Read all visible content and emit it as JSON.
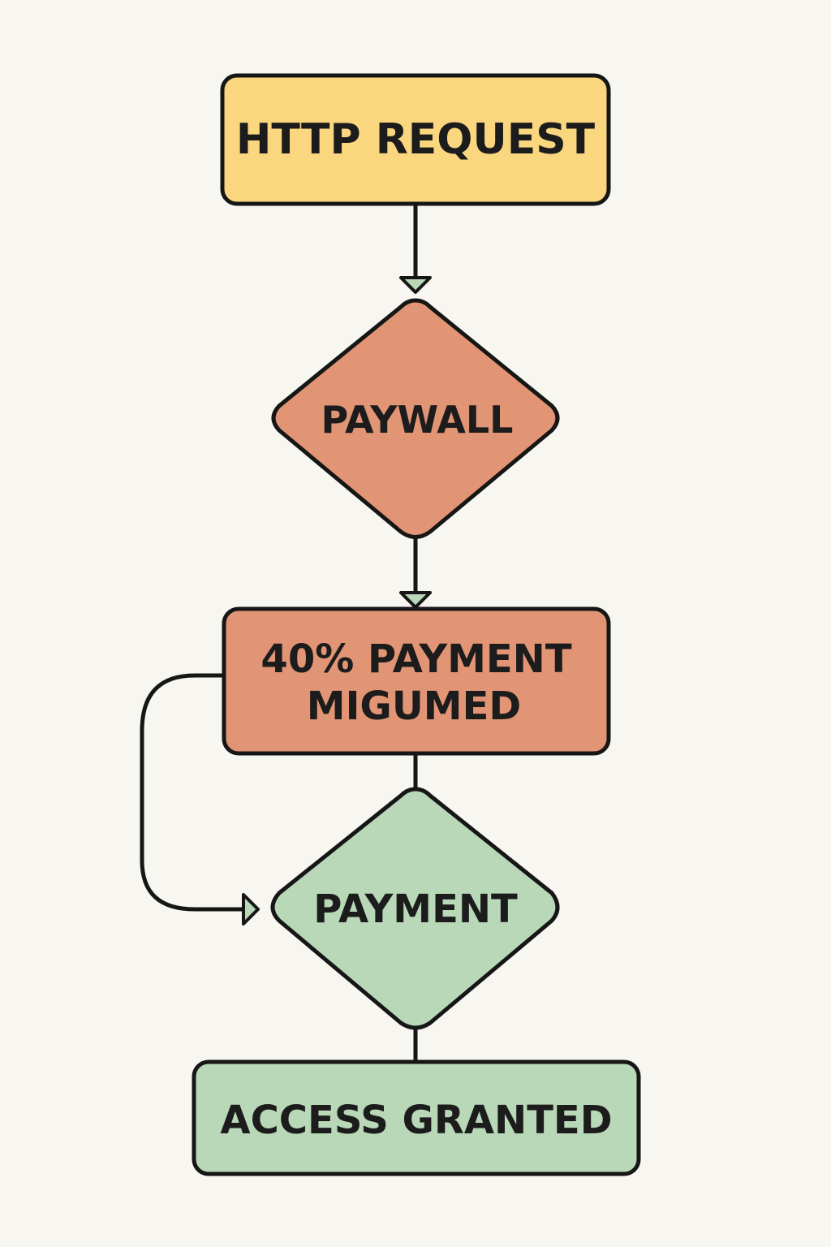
{
  "diagram": {
    "nodes": {
      "http_request": {
        "label": "HTTP REQUEST",
        "shape": "rounded-rectangle",
        "fill": "#fad67f"
      },
      "paywall": {
        "label": "PAYWALL",
        "shape": "diamond",
        "fill": "#e29575"
      },
      "payment_required": {
        "lines": [
          "40% PAYMENT",
          "MIGUMED"
        ],
        "shape": "rounded-rectangle",
        "fill": "#e29575"
      },
      "payment": {
        "label": "PAYMENT",
        "shape": "diamond",
        "fill": "#b8d8b8"
      },
      "access_granted": {
        "label": "ACCESS GRANTED",
        "shape": "rounded-rectangle",
        "fill": "#b8d8b8"
      }
    },
    "edges": [
      {
        "from": "http_request",
        "to": "paywall",
        "arrow": true
      },
      {
        "from": "paywall",
        "to": "payment_required",
        "arrow": true
      },
      {
        "from": "payment_required",
        "to": "payment",
        "arrow": false
      },
      {
        "from": "payment_required",
        "to": "payment",
        "route": "left-loop",
        "arrow": true
      },
      {
        "from": "payment",
        "to": "access_granted",
        "arrow": false
      }
    ],
    "colors": {
      "background": "#f7f6f1",
      "stroke": "#161616",
      "arrowhead_fill": "#b8d8b8"
    }
  }
}
